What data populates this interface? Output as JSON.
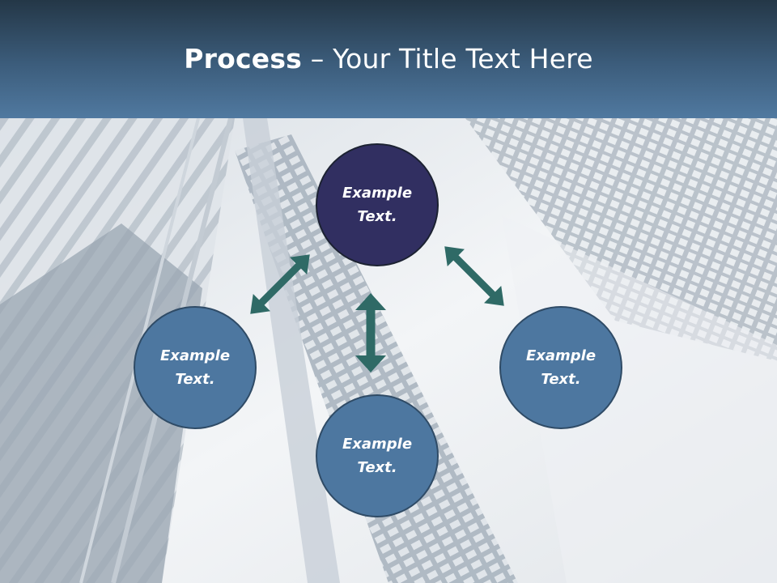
{
  "header": {
    "title_bold": "Process",
    "title_rest": " – Your Title Text Here"
  },
  "nodes": {
    "top": "Example\nText.",
    "left": "Example\nText.",
    "bottom": "Example\nText.",
    "right": "Example\nText."
  },
  "colors": {
    "header_top": "#243747",
    "header_bottom": "#5079a0",
    "node_dark": "#312f61",
    "node_light": "#4d77a0",
    "arrow": "#2f6a66"
  }
}
